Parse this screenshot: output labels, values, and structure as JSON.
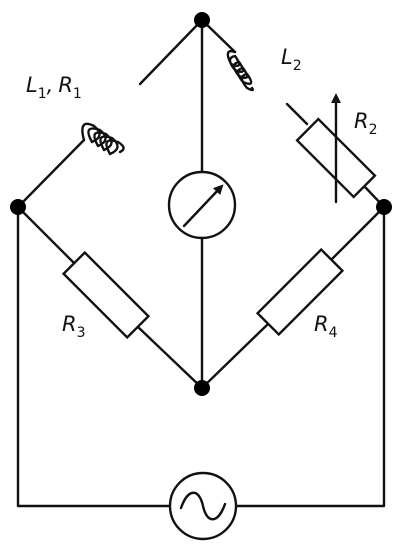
{
  "labels": {
    "L1": {
      "main": "L",
      "sub": "1"
    },
    "comma": ",",
    "R1": {
      "main": "R",
      "sub": "1"
    },
    "L2": {
      "main": "L",
      "sub": "2"
    },
    "R2": {
      "main": "R",
      "sub": "2"
    },
    "R3": {
      "main": "R",
      "sub": "3"
    },
    "R4": {
      "main": "R",
      "sub": "4"
    }
  }
}
